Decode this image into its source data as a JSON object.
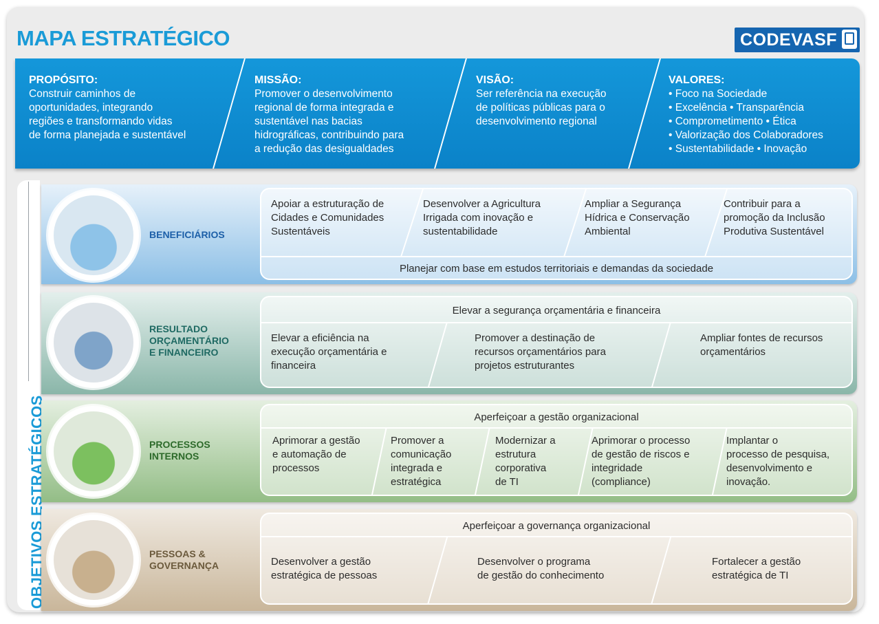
{
  "header": {
    "title": "MAPA ESTRATÉGICO",
    "logo_text": "CODEVASF"
  },
  "banner": [
    {
      "heading": "PROPÓSITO:",
      "text": "Construir caminhos de\noportunidades, integrando\nregiões e transformando vidas\nde forma planejada e sustentável"
    },
    {
      "heading": "MISSÃO:",
      "text": "Promover o desenvolvimento\nregional de forma integrada e\nsustentável nas bacias\nhidrográficas, contribuindo para\na redução das desigualdades"
    },
    {
      "heading": "VISÃO:",
      "text": "Ser referência na execução\nde políticas públicas para o\ndesenvolvimento regional"
    },
    {
      "heading": "VALORES:",
      "text": "• Foco na Sociedade\n• Excelência • Transparência\n• Comprometimento • Ética\n• Valorização dos Colaboradores\n• Sustentabilidade • Inovação"
    }
  ],
  "sidebar_label": "OBJETIVOS ESTRATÉGICOS",
  "perspectives": [
    {
      "label": "BENEFICIÁRIOS",
      "color": "#1c5fa8",
      "objectives": [
        "Apoiar a estruturação de\nCidades e Comunidades\nSustentáveis",
        "Desenvolver a Agricultura\nIrrigada com inovação e\nsustentabilidade",
        "Ampliar a Segurança\nHídrica e Conservação\nAmbiental",
        "Contribuir para a\npromoção da Inclusão\nProdutiva Sustentável"
      ],
      "base": "Planejar com base em estudos territoriais e demandas da sociedade"
    },
    {
      "label": "RESULTADO\nORÇAMENTÁRIO\nE FINANCEIRO",
      "color": "#1f6a63",
      "top": "Elevar a segurança orçamentária e financeira",
      "objectives": [
        "Elevar a eficiência na\nexecução orçamentária e\nfinanceira",
        "Promover a destinação de\nrecursos orçamentários para\nprojetos estruturantes",
        "Ampliar fontes de recursos\norçamentários"
      ]
    },
    {
      "label": "PROCESSOS\nINTERNOS",
      "color": "#2d6a2a",
      "top": "Aperfeiçoar a gestão organizacional",
      "objectives": [
        "Aprimorar a gestão\ne automação de\nprocessos",
        "Promover a\ncomunicação\nintegrada e\nestratégica",
        "Modernizar a\nestrutura\ncorporativa\nde TI",
        "Aprimorar o processo\nde gestão de riscos e\nintegridade\n(compliance)",
        "Implantar o\nprocesso de pesquisa,\ndesenvolvimento e\ninovação."
      ]
    },
    {
      "label": "PESSOAS &\nGOVERNANÇA",
      "color": "#6b5a3c",
      "top": "Aperfeiçoar a governança organizacional",
      "objectives": [
        "Desenvolver a gestão\nestratégica de pessoas",
        "Desenvolver o programa\nde gestão do conhecimento",
        "Fortalecer a gestão\nestratégica de TI"
      ]
    }
  ]
}
